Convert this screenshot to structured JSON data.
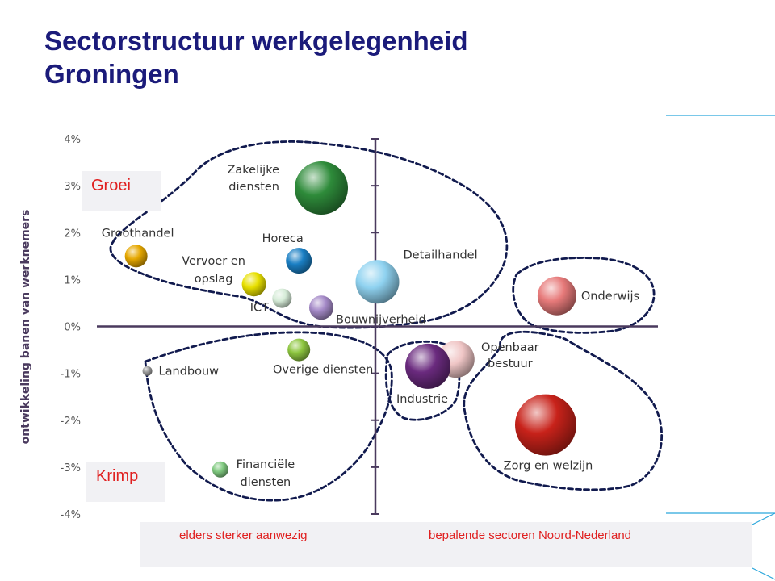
{
  "page": {
    "title_line1": "Sectorstructuur werkgelegenheid",
    "title_line2": "Groningen"
  },
  "annotations": {
    "growth_label": "Groei",
    "shrink_label": "Krimp",
    "footer_left": "elders sterker aanwezig",
    "footer_right": "bepalende sectoren Noord-Nederland"
  },
  "colors": {
    "title": "#1b1b7a",
    "annotation_red": "#e02020",
    "axis": "#4a3a5e",
    "dashed_outline": "#111a4e",
    "accent_line": "#2aa7dc"
  },
  "chart_data": {
    "type": "scatter",
    "title": "",
    "xlabel": "",
    "ylabel": "ontwikkeling  banen van werknemers",
    "ylim": [
      -4,
      4
    ],
    "yticks": [
      4,
      3,
      2,
      1,
      0,
      -1,
      -2,
      -3,
      -4
    ],
    "ytick_labels": [
      "4%",
      "3%",
      "2%",
      "1%",
      "0%",
      "-1%",
      "-2%",
      "-3%",
      "-4%"
    ],
    "xlim": [
      0,
      1
    ],
    "x_note": "x axis unlabeled; positions estimated on a 0-1 scale",
    "grid": false,
    "points": [
      {
        "label": "Zakelijke diensten",
        "label_lines": [
          "Zakelijke",
          "diensten"
        ],
        "x": 0.4,
        "y": 2.95,
        "size": 33,
        "color": "#2e8b3a"
      },
      {
        "label": "Groothandel",
        "label_lines": [
          "Groothandel"
        ],
        "x": 0.07,
        "y": 1.5,
        "size": 14,
        "color": "#e6a800"
      },
      {
        "label": "Horeca",
        "label_lines": [
          "Horeca"
        ],
        "x": 0.36,
        "y": 1.4,
        "size": 16,
        "color": "#1a7fc4"
      },
      {
        "label": "Vervoer en opslag",
        "label_lines": [
          "Vervoer en",
          "opslag"
        ],
        "x": 0.28,
        "y": 0.9,
        "size": 15,
        "color": "#e8e000"
      },
      {
        "label": "ICT",
        "label_lines": [
          "ICT"
        ],
        "x": 0.33,
        "y": 0.6,
        "size": 12,
        "color": "#d6ecd8"
      },
      {
        "label": "Bouwnijverheid",
        "label_lines": [
          "Bouwnijverheid"
        ],
        "x": 0.4,
        "y": 0.4,
        "size": 15,
        "color": "#a58ac8"
      },
      {
        "label": "Detailhandel",
        "label_lines": [
          "Detailhandel"
        ],
        "x": 0.5,
        "y": 0.95,
        "size": 27,
        "color": "#8fd2f0"
      },
      {
        "label": "Onderwijs",
        "label_lines": [
          "Onderwijs"
        ],
        "x": 0.82,
        "y": 0.65,
        "size": 24,
        "color": "#e77a7a"
      },
      {
        "label": "Openbaar bestuur",
        "label_lines": [
          "Openbaar",
          "bestuur"
        ],
        "x": 0.64,
        "y": -0.7,
        "size": 23,
        "color": "#f0c6c6"
      },
      {
        "label": "Industrie",
        "label_lines": [
          "Industrie"
        ],
        "x": 0.59,
        "y": -0.85,
        "size": 28,
        "color": "#6a2a7e"
      },
      {
        "label": "Zorg en welzijn",
        "label_lines": [
          "Zorg en welzijn"
        ],
        "x": 0.8,
        "y": -2.1,
        "size": 38,
        "color": "#c8221a"
      },
      {
        "label": "Overige diensten",
        "label_lines": [
          "Overige  diensten"
        ],
        "x": 0.36,
        "y": -0.5,
        "size": 14,
        "color": "#8dc63f"
      },
      {
        "label": "Landbouw",
        "label_lines": [
          "Landbouw"
        ],
        "x": 0.09,
        "y": -0.95,
        "size": 6,
        "color": "#9a9a9a"
      },
      {
        "label": "Financiële diensten",
        "label_lines": [
          "Financiële",
          "diensten"
        ],
        "x": 0.22,
        "y": -3.05,
        "size": 10,
        "color": "#7fc97f"
      }
    ]
  }
}
